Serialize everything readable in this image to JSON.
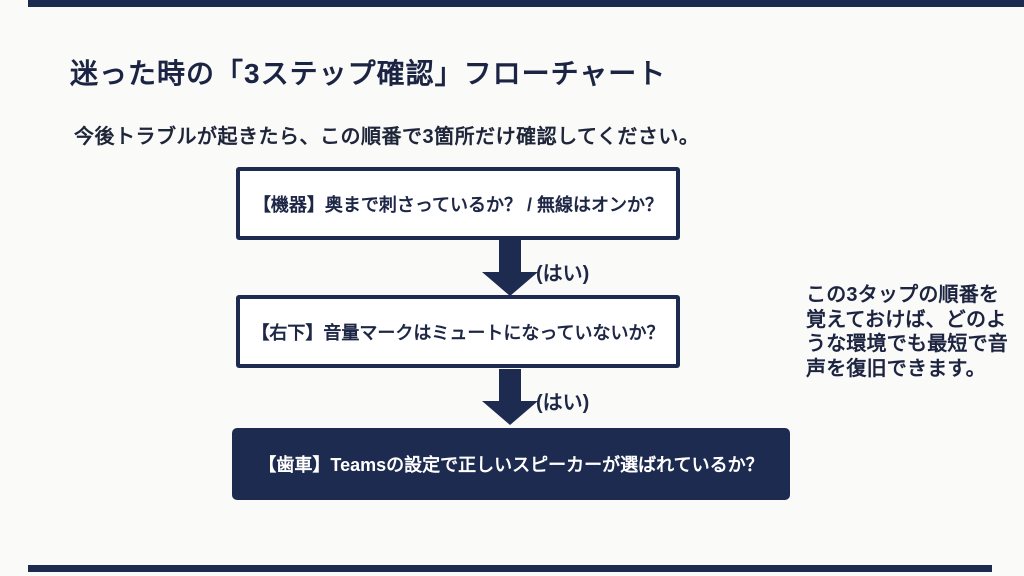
{
  "page": {
    "title": "迷った時の「3ステップ確認」フローチャート",
    "subtitle": "今後トラブルが起きたら、この順番で3箇所だけ確認してください。"
  },
  "flowchart": {
    "steps": [
      {
        "label": "【機器】奥まで刺さっているか？ / 無線はオンか？",
        "style": "outline"
      },
      {
        "label": "【右下】音量マークはミュートになっていないか？",
        "style": "outline"
      },
      {
        "label": "【歯車】Teamsの設定で正しいスピーカーが選ばれているか？",
        "style": "filled"
      }
    ],
    "connector_label": "(はい)"
  },
  "side_note": {
    "lines": [
      "この3タップの順番を",
      "覚えておけば、どのよ",
      "うな環境でも最短で音",
      "声を復旧できます。"
    ]
  },
  "colors": {
    "accent_navy": "#1e2b50",
    "background": "#fafaf9",
    "box_fill": "#ffffff",
    "filled_box_text": "#ffffff"
  }
}
